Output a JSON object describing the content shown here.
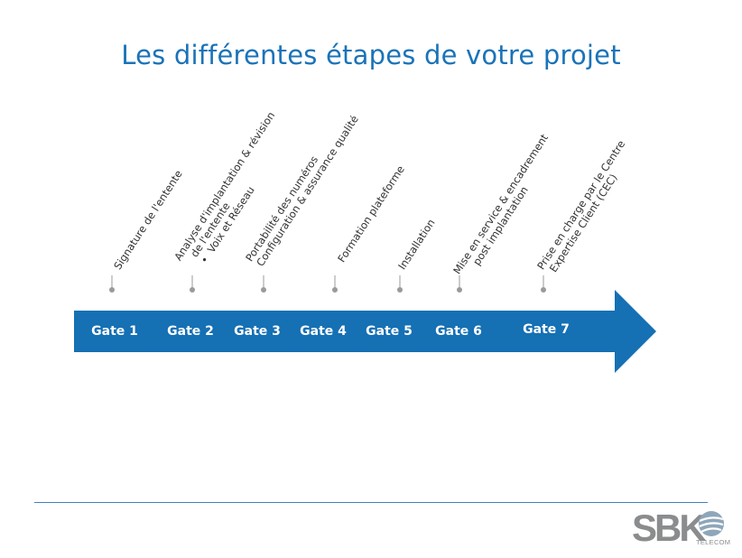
{
  "title": "Les différentes étapes de votre projet",
  "gates": [
    "Gate 1",
    "Gate 2",
    "Gate 3",
    "Gate 4",
    "Gate 5",
    "Gate 6",
    "Gate 7"
  ],
  "steps": [
    {
      "lines": [
        "Signature de l'entente"
      ]
    },
    {
      "lines": [
        "Analyse d'implantation & révision",
        "de l'entente"
      ],
      "bullet": "Voix et Réseau"
    },
    {
      "lines": [
        "Portabilité des numéros",
        "Configuration & assurance qualité"
      ]
    },
    {
      "lines": [
        "Formation plateforme"
      ]
    },
    {
      "lines": [
        "Installation"
      ]
    },
    {
      "lines": [
        "Mise en service & encadrement",
        "post implantation"
      ]
    },
    {
      "lines": [
        "Prise en charge par le Centre",
        "Expertise Client (CEC)"
      ]
    }
  ],
  "logo": {
    "text": "SBK",
    "subtext": "TELECOM"
  },
  "colors": {
    "title": "#1a73b8",
    "arrow": "#1570b4",
    "marker": "#9a9a9a",
    "rule": "#3b82c4",
    "logo": "#8a8c8e"
  }
}
